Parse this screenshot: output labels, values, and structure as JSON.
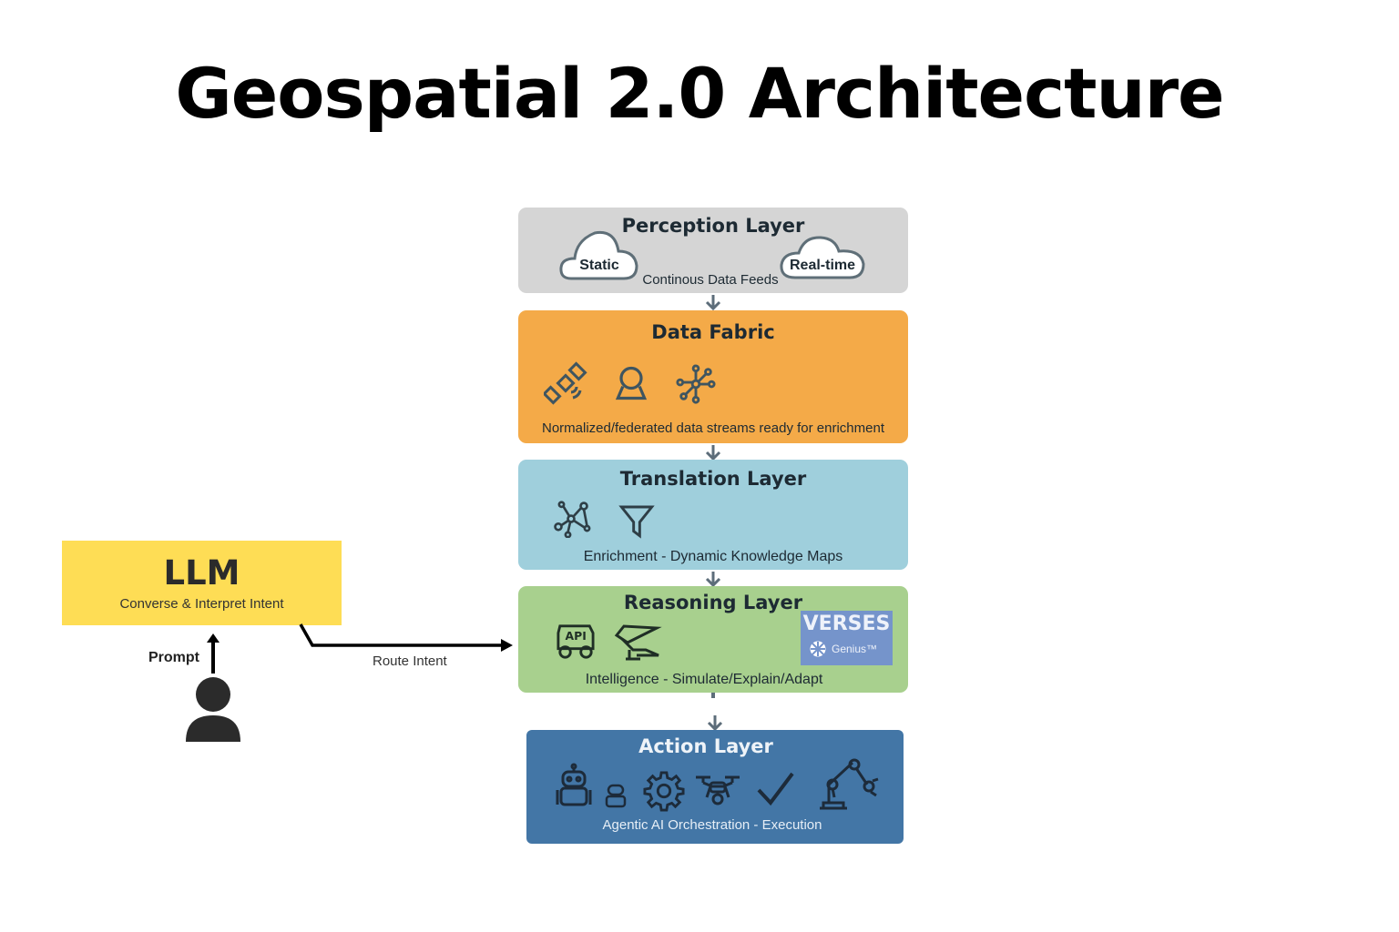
{
  "title": "Geospatial 2.0 Architecture",
  "layers": {
    "perception": {
      "title": "Perception Layer",
      "clouds": [
        "Static",
        "Real-time"
      ],
      "subtitle": "Continous Data Feeds",
      "color": "#d5d5d5"
    },
    "data_fabric": {
      "title": "Data Fabric",
      "subtitle": "Normalized/federated data streams ready for enrichment",
      "icons": [
        "satellite-icon",
        "sensor-icon",
        "network-hub-icon"
      ],
      "color": "#f4aa48"
    },
    "translation": {
      "title": "Translation Layer",
      "subtitle": "Enrichment  - Dynamic Knowledge Maps",
      "icons": [
        "knowledge-graph-icon",
        "filter-icon"
      ],
      "color": "#9fcfdc"
    },
    "reasoning": {
      "title": "Reasoning Layer",
      "subtitle": "Intelligence  - Simulate/Explain/Adapt",
      "icons": [
        "api-robot-icon",
        "robotic-arm-icon"
      ],
      "badge": {
        "brand": "VERSES",
        "product": "Genius™"
      },
      "color": "#a8d08e"
    },
    "action": {
      "title": "Action Layer",
      "subtitle": "Agentic AI Orchestration - Execution",
      "icons": [
        "robot-icon",
        "small-robot-icon",
        "gear-icon",
        "drone-icon",
        "checkmark-icon",
        "industrial-arm-icon"
      ],
      "color": "#4376a6"
    }
  },
  "llm": {
    "title": "LLM",
    "subtitle": "Converse & Interpret Intent",
    "color": "#fedd55"
  },
  "prompt_label": "Prompt",
  "route_label": "Route Intent"
}
